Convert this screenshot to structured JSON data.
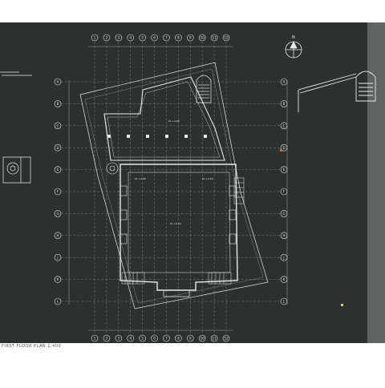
{
  "colors": {
    "board": "#2c302e",
    "line": "#e6ebe8",
    "faint": "#9aa39e",
    "paper": "#ffffff",
    "edge_shadow": "#8a8f8c"
  },
  "grid_top": [
    "1",
    "2",
    "3",
    "4",
    "5",
    "6",
    "7",
    "8",
    "9",
    "10",
    "11",
    "12"
  ],
  "grid_side": [
    "A",
    "B",
    "C",
    "D",
    "E",
    "F",
    "G",
    "H",
    "J",
    "K",
    "L"
  ],
  "room_labels": {
    "north": "PL +4.90",
    "center": "PL +0.00",
    "upper_left": "PL +3.00",
    "upper_right": "PL +3.00"
  },
  "north_arrow": "N",
  "caption": "FIRST FLOOR PLAN 1:400"
}
